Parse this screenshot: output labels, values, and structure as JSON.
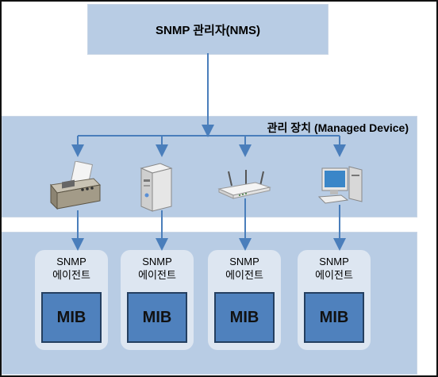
{
  "nms": {
    "label": "SNMP 관리자(NMS)"
  },
  "managed_device": {
    "label": "관리 장치 (Managed Device)"
  },
  "devices": [
    {
      "icon": "fax-machine-icon"
    },
    {
      "icon": "server-tower-icon"
    },
    {
      "icon": "router-icon"
    },
    {
      "icon": "desktop-computer-icon"
    }
  ],
  "agents": [
    {
      "line1": "SNMP",
      "line2": "에이전트",
      "mib": "MIB"
    },
    {
      "line1": "SNMP",
      "line2": "에이전트",
      "mib": "MIB"
    },
    {
      "line1": "SNMP",
      "line2": "에이전트",
      "mib": "MIB"
    },
    {
      "line1": "SNMP",
      "line2": "에이전트",
      "mib": "MIB"
    }
  ],
  "colors": {
    "band": "#b8cce4",
    "card": "#dde6f1",
    "mib": "#4f81bd",
    "arrow": "#4a7ebb"
  }
}
